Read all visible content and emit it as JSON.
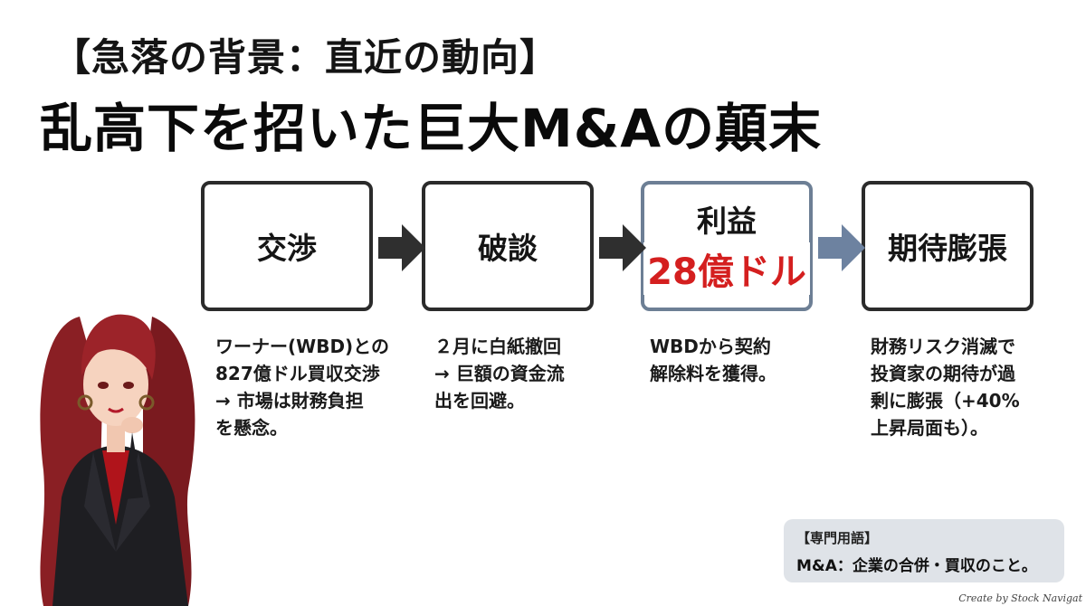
{
  "header": {
    "subtitle": "【急落の背景：直近の動向】",
    "title": "乱高下を招いた巨大M&Aの顛末"
  },
  "flow": {
    "steps": [
      {
        "label": "交渉",
        "desc": "ワーナー(WBD)との\n827億ドル買収交渉\n→ 市場は財務負担\nを懸念。"
      },
      {
        "label": "破談",
        "desc": "２月に白紙撤回\n→ 巨額の資金流\n出を回避。"
      },
      {
        "label": "利益",
        "value": "28億ドル",
        "desc": "WBDから契約\n解除料を獲得。"
      },
      {
        "label": "期待膨張",
        "desc": "財務リスク消滅で\n投資家の期待が過\n剰に膨張（+40%\n上昇局面も）。"
      }
    ]
  },
  "note": {
    "heading": "【専門用語】",
    "body": "M&A：企業の合併・買収のこと。"
  },
  "credit": "Create by Stock Navigat",
  "colors": {
    "highlight_value": "#d41f1f",
    "highlight_border": "#6d7f95",
    "arrow_dark": "#2f2f2f",
    "arrow_blue": "#6d82a0"
  }
}
